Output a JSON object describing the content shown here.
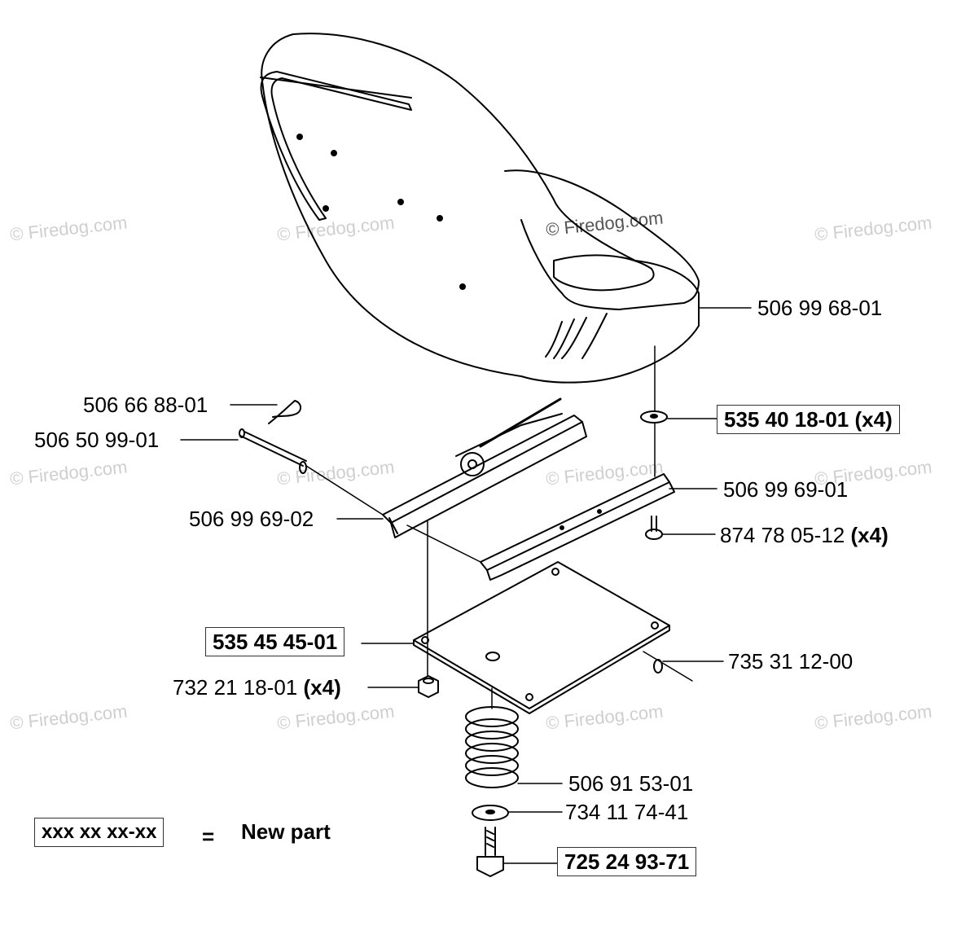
{
  "watermark": "© Firedog.com",
  "parts": {
    "seat": "506 99 68-01",
    "washer_flat": "535 40 18-01",
    "washer_flat_qty": "(x4)",
    "rail_right": "506 99 69-01",
    "screw": "874 78 05-12",
    "screw_qty": "(x4)",
    "hair_pin": "506 66 88-01",
    "pin": "506 50 99-01",
    "rail_left": "506 99 69-02",
    "plate": "535 45 45-01",
    "lock_nut": "732 21 18-01",
    "lock_nut_qty": "(x4)",
    "lock_washer": "735 31 12-00",
    "spring": "506 91 53-01",
    "spring_washer": "734 11 74-41",
    "bolt": "725 24 93-71"
  },
  "legend": {
    "sample": "xxx xx xx-xx",
    "equals": "=",
    "text": "New part"
  }
}
